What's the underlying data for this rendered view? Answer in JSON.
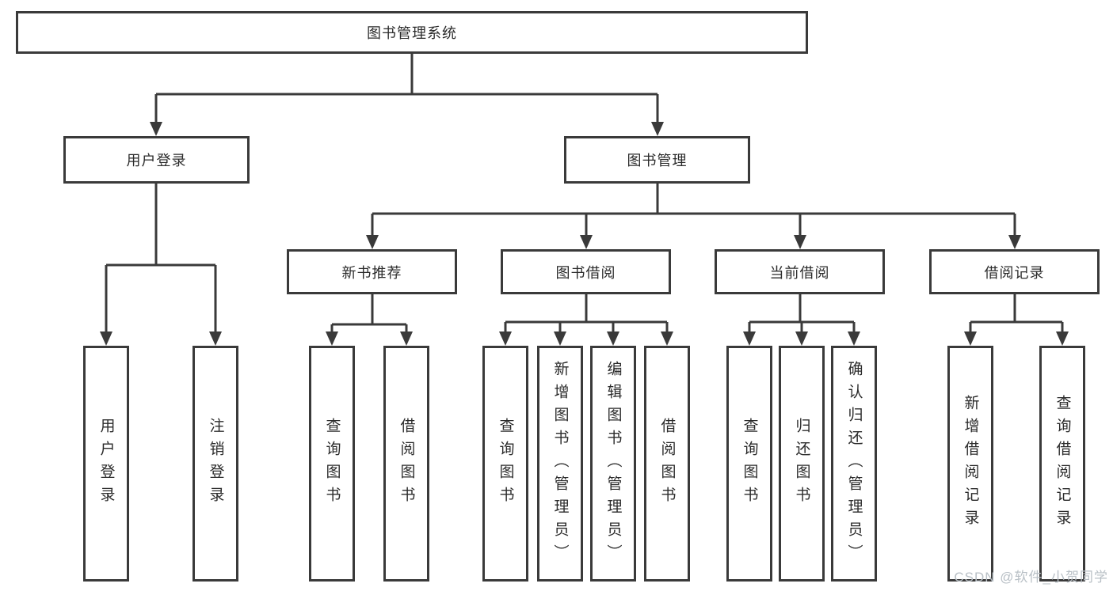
{
  "diagram": {
    "root": "图书管理系统",
    "level2": [
      "用户登录",
      "图书管理"
    ],
    "level3": [
      "新书推荐",
      "图书借阅",
      "当前借阅",
      "借阅记录"
    ],
    "leaves": {
      "user_login": [
        "用户登录",
        "注销登录"
      ],
      "new_books": [
        "查询图书",
        "借阅图书"
      ],
      "book_borrow": [
        "查询图书",
        "新增图书（管理员）",
        "编辑图书（管理员）",
        "借阅图书"
      ],
      "current_borrow": [
        "查询图书",
        "归还图书",
        "确认归还（管理员）"
      ],
      "borrow_records": [
        "新增借阅记录",
        "查询借阅记录"
      ]
    }
  },
  "watermark": "CSDN @软件_小贺同学",
  "colors": {
    "line": "#3a3a3a",
    "text": "#2b2b2b",
    "background": "#ffffff",
    "watermark": "#b9c0c6"
  }
}
